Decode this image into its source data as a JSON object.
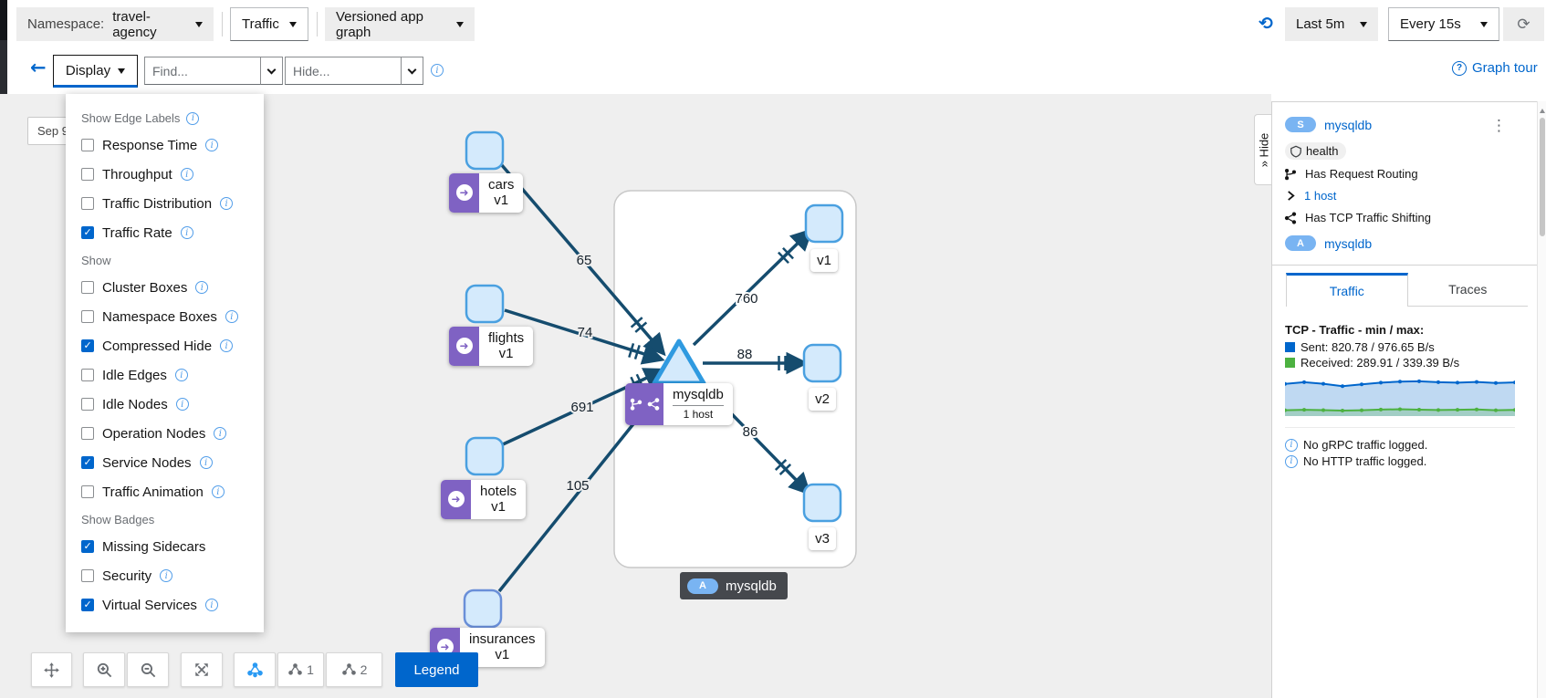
{
  "colors": {
    "accent": "#0066cc",
    "edge": "#154c6e",
    "node_fill": "#d4eafc",
    "node_stroke": "#4aa0e0",
    "badge_purple": "#7f62c3",
    "sent": "#0066cc",
    "received": "#4cb140",
    "tooltip_bg": "#45484d"
  },
  "header": {
    "namespace_label": "Namespace:",
    "namespace_value": "travel-agency",
    "traffic_label": "Traffic",
    "graph_type_label": "Versioned app graph",
    "time_range": "Last 5m",
    "refresh_interval": "Every 15s"
  },
  "toolbar": {
    "display_label": "Display",
    "find_placeholder": "Find...",
    "hide_placeholder": "Hide...",
    "graph_tour_label": "Graph tour"
  },
  "display_menu": {
    "sections": [
      {
        "title": "Show Edge Labels",
        "title_info": true,
        "items": [
          {
            "label": "Response Time",
            "checked": false,
            "info": true
          },
          {
            "label": "Throughput",
            "checked": false,
            "info": true
          },
          {
            "label": "Traffic Distribution",
            "checked": false,
            "info": true
          },
          {
            "label": "Traffic Rate",
            "checked": true,
            "info": true
          }
        ]
      },
      {
        "title": "Show",
        "title_info": false,
        "items": [
          {
            "label": "Cluster Boxes",
            "checked": false,
            "info": true
          },
          {
            "label": "Namespace Boxes",
            "checked": false,
            "info": true
          },
          {
            "label": "Compressed Hide",
            "checked": true,
            "info": true
          },
          {
            "label": "Idle Edges",
            "checked": false,
            "info": true
          },
          {
            "label": "Idle Nodes",
            "checked": false,
            "info": true
          },
          {
            "label": "Operation Nodes",
            "checked": false,
            "info": true
          },
          {
            "label": "Service Nodes",
            "checked": true,
            "info": true
          },
          {
            "label": "Traffic Animation",
            "checked": false,
            "info": true
          }
        ]
      },
      {
        "title": "Show Badges",
        "title_info": false,
        "items": [
          {
            "label": "Missing Sidecars",
            "checked": true,
            "info": false
          },
          {
            "label": "Security",
            "checked": false,
            "info": true
          },
          {
            "label": "Virtual Services",
            "checked": true,
            "info": true
          }
        ]
      }
    ]
  },
  "graph": {
    "timestamp_chip": "Sep 9",
    "nodes": {
      "cars": {
        "app": "cars",
        "version": "v1"
      },
      "flights": {
        "app": "flights",
        "version": "v1"
      },
      "hotels": {
        "app": "hotels",
        "version": "v1"
      },
      "insurances": {
        "app": "insurances",
        "version": "v1"
      },
      "mysqldb": {
        "app": "mysqldb",
        "hosts": "1 host"
      }
    },
    "version_chips": [
      "v1",
      "v2",
      "v3"
    ],
    "edges": [
      {
        "from": "cars v1",
        "to": "mysqldb",
        "label": "65"
      },
      {
        "from": "flights v1",
        "to": "mysqldb",
        "label": "74"
      },
      {
        "from": "hotels v1",
        "to": "mysqldb",
        "label": "691"
      },
      {
        "from": "insurances v1",
        "to": "mysqldb",
        "label": "105"
      },
      {
        "from": "mysqldb",
        "to": "v1",
        "label": "760"
      },
      {
        "from": "mysqldb",
        "to": "v2",
        "label": "88"
      },
      {
        "from": "mysqldb",
        "to": "v3",
        "label": "86"
      }
    ],
    "tooltip": {
      "badge": "A",
      "label": "mysqldb"
    }
  },
  "bottom_toolbar": {
    "layout1_label": "1",
    "layout2_label": "2",
    "legend_label": "Legend"
  },
  "side_panel": {
    "hide_label": "» Hide",
    "service_badge": "S",
    "service_name": "mysqldb",
    "health_label": "health",
    "request_routing_label": "Has Request Routing",
    "hosts_label": "1 host",
    "tcp_shifting_label": "Has TCP Traffic Shifting",
    "app_badge": "A",
    "app_name": "mysqldb",
    "tabs": [
      "Traffic",
      "Traces"
    ],
    "tcp_title": "TCP - Traffic - min / max:",
    "sent_label": "Sent: 820.78 / 976.65 B/s",
    "received_label": "Received: 289.91 / 339.39 B/s",
    "no_grpc": "No gRPC traffic logged.",
    "no_http": "No HTTP traffic logged."
  },
  "chart_data": {
    "type": "area",
    "title": "TCP - Traffic - min / max:",
    "xlabel": "",
    "ylabel": "B/s",
    "grid": false,
    "legend_position": "top",
    "series": [
      {
        "name": "Sent",
        "color": "#0066cc",
        "min": 820.78,
        "max": 976.65,
        "unit": "B/s",
        "values": [
          900,
          940,
          905,
          850,
          890,
          930,
          955,
          960,
          940,
          930,
          945,
          920,
          935
        ]
      },
      {
        "name": "Received",
        "color": "#4cb140",
        "min": 289.91,
        "max": 339.39,
        "unit": "B/s",
        "values": [
          300,
          310,
          302,
          292,
          300,
          315,
          322,
          312,
          305,
          310,
          316,
          300,
          308
        ]
      }
    ]
  }
}
